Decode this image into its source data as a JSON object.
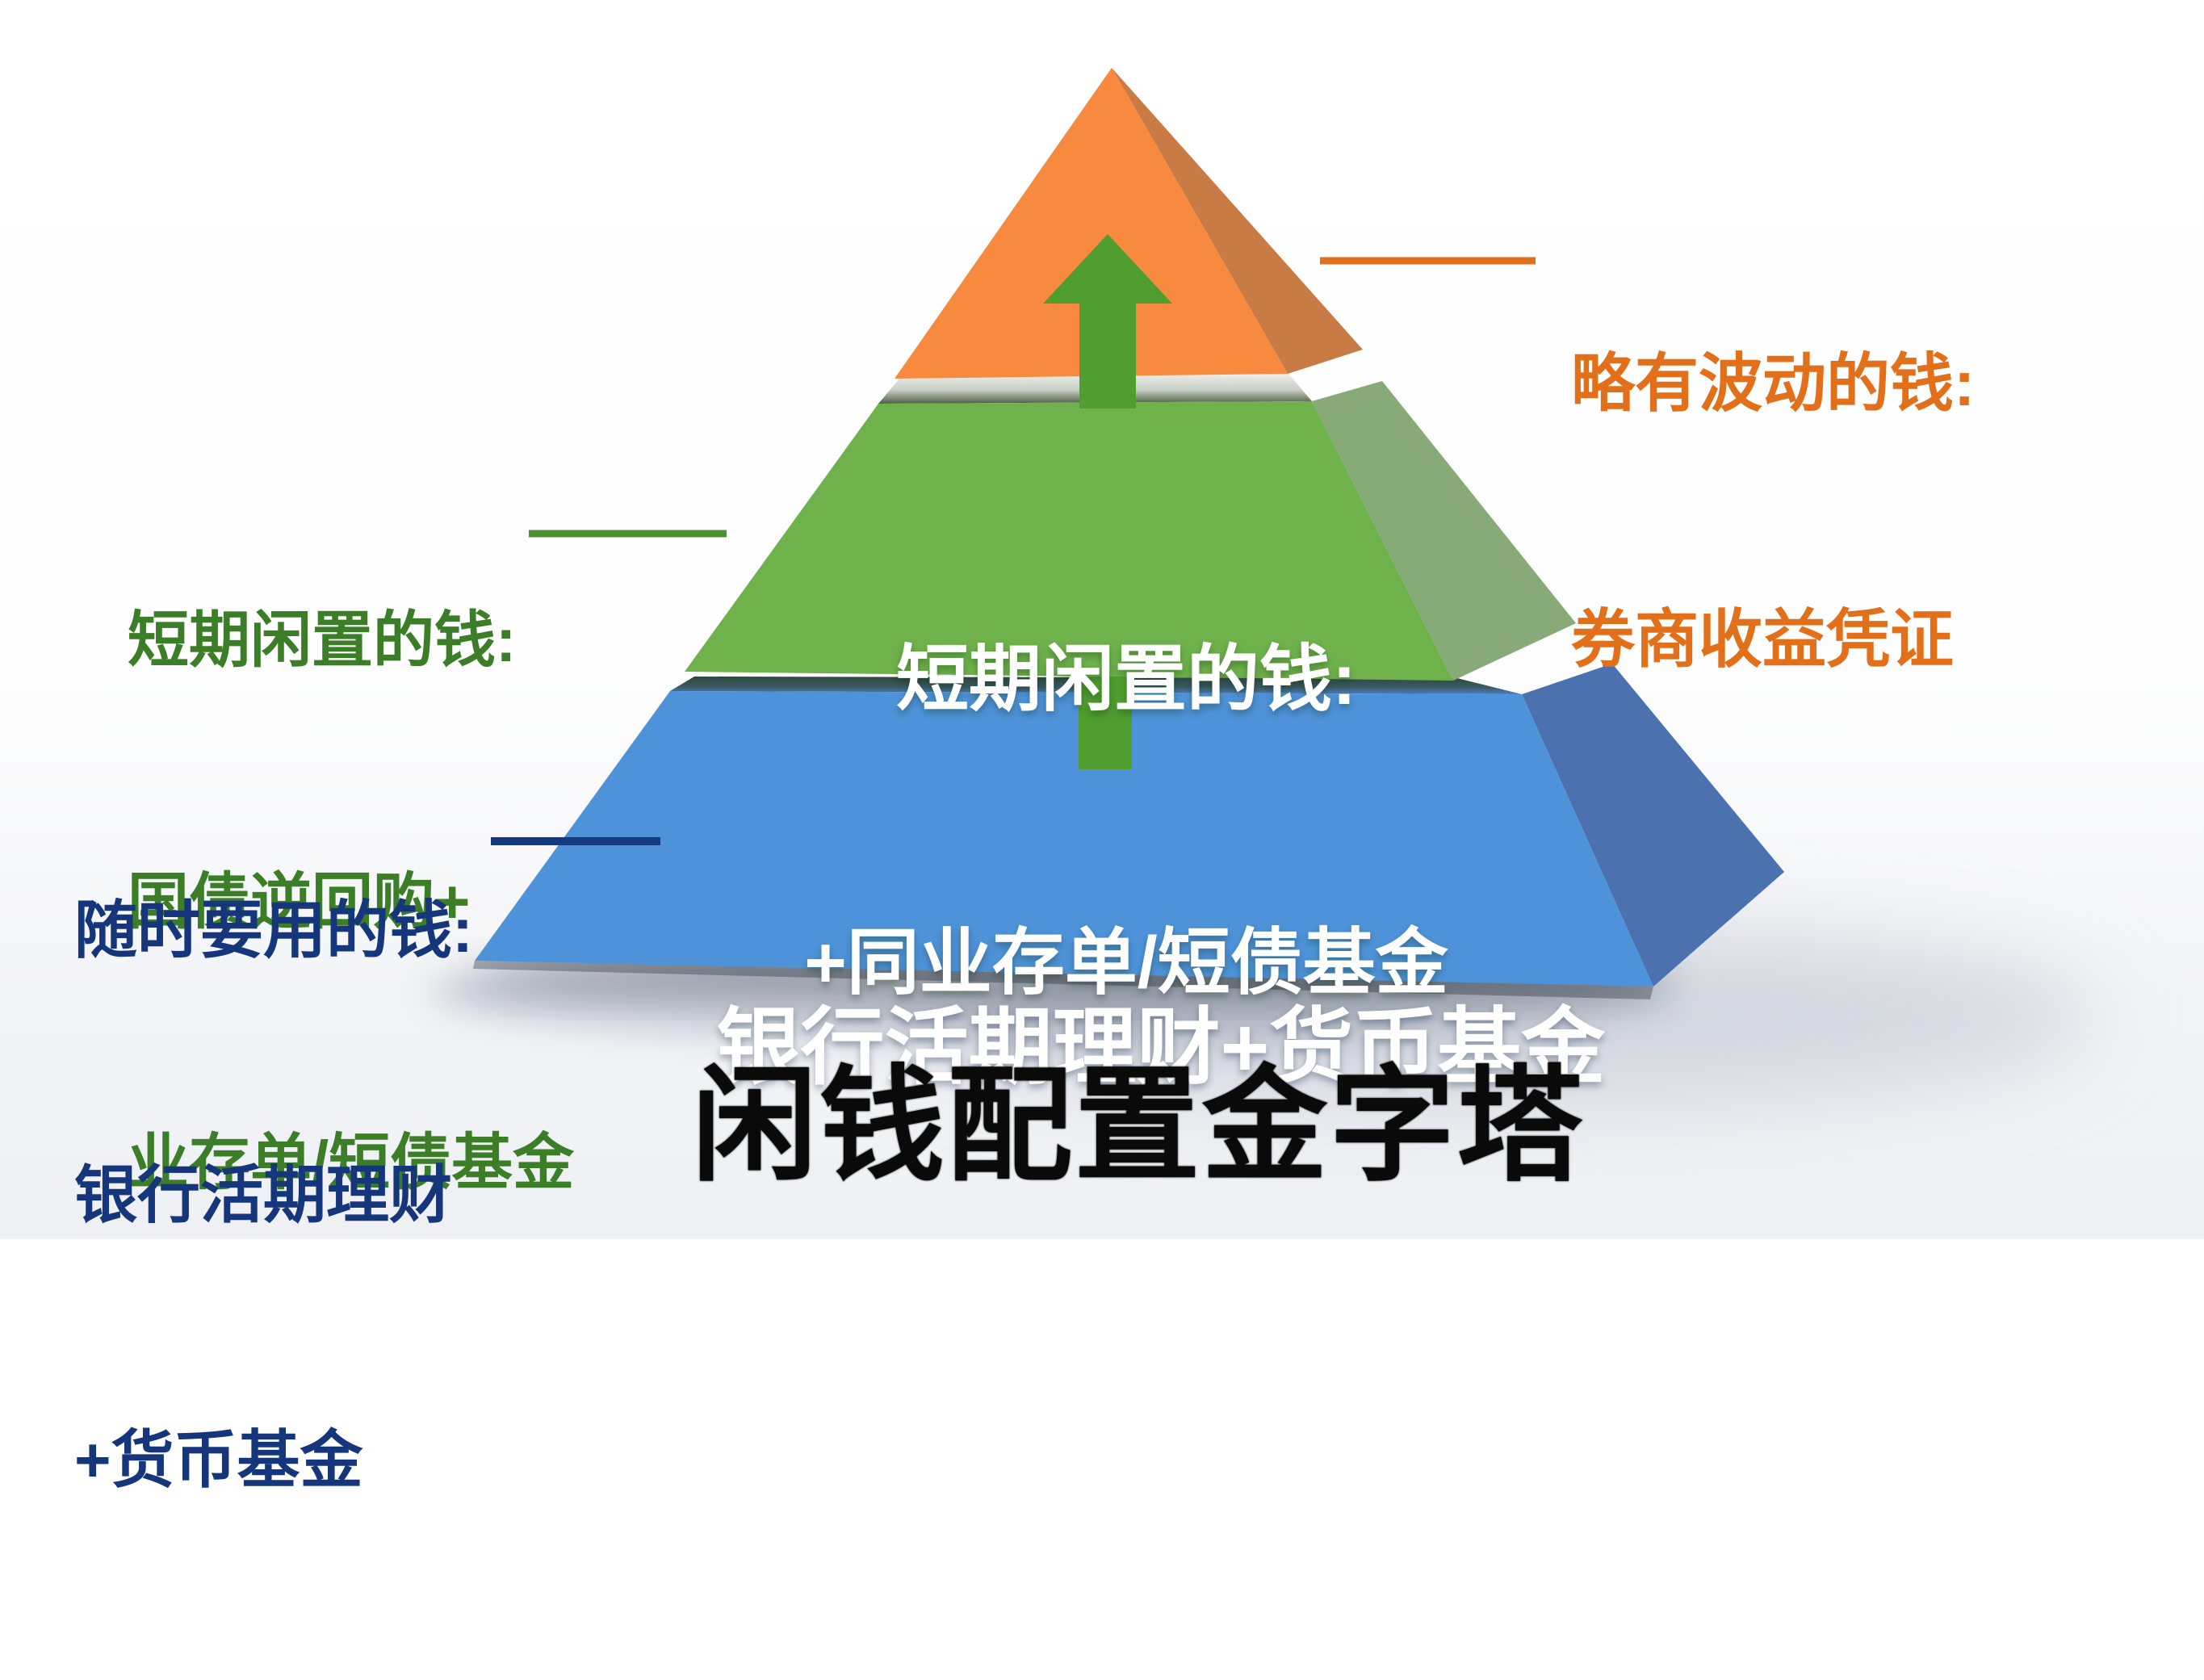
{
  "title": {
    "text": "闲钱配置金字塔",
    "color": "#0A0A0A"
  },
  "pyramid": {
    "arrow_color": "#4F9E2F",
    "tiers": [
      {
        "id": "top",
        "front_color": "#F78A3E",
        "side_color": "#C97B45",
        "face_label_lines": [],
        "annotation": {
          "side": "right",
          "color": "#E2701A",
          "line_color": "#E0701A",
          "lines": [
            "略有波动的钱:",
            "券商收益凭证"
          ]
        }
      },
      {
        "id": "middle",
        "front_color": "#6FB24B",
        "side_color": "#88AA79",
        "face_label_lines": [
          "短期闲置的钱:",
          "+同业存单/短债基金"
        ],
        "annotation": {
          "side": "left",
          "color": "#3C7D28",
          "line_color": "#4E9134",
          "lines": [
            "短期闲置的钱:",
            "国债逆回购+",
            "业存单/短债基金"
          ]
        }
      },
      {
        "id": "bottom",
        "front_color": "#4E93DA",
        "side_color": "#4B72AE",
        "face_label_lines": [
          "银行活期理财+货币基金"
        ],
        "annotation": {
          "side": "left",
          "color": "#16367C",
          "line_color": "#16397E",
          "lines": [
            "随时要用的钱:",
            "银行活期理财",
            "+货币基金"
          ]
        }
      }
    ]
  }
}
